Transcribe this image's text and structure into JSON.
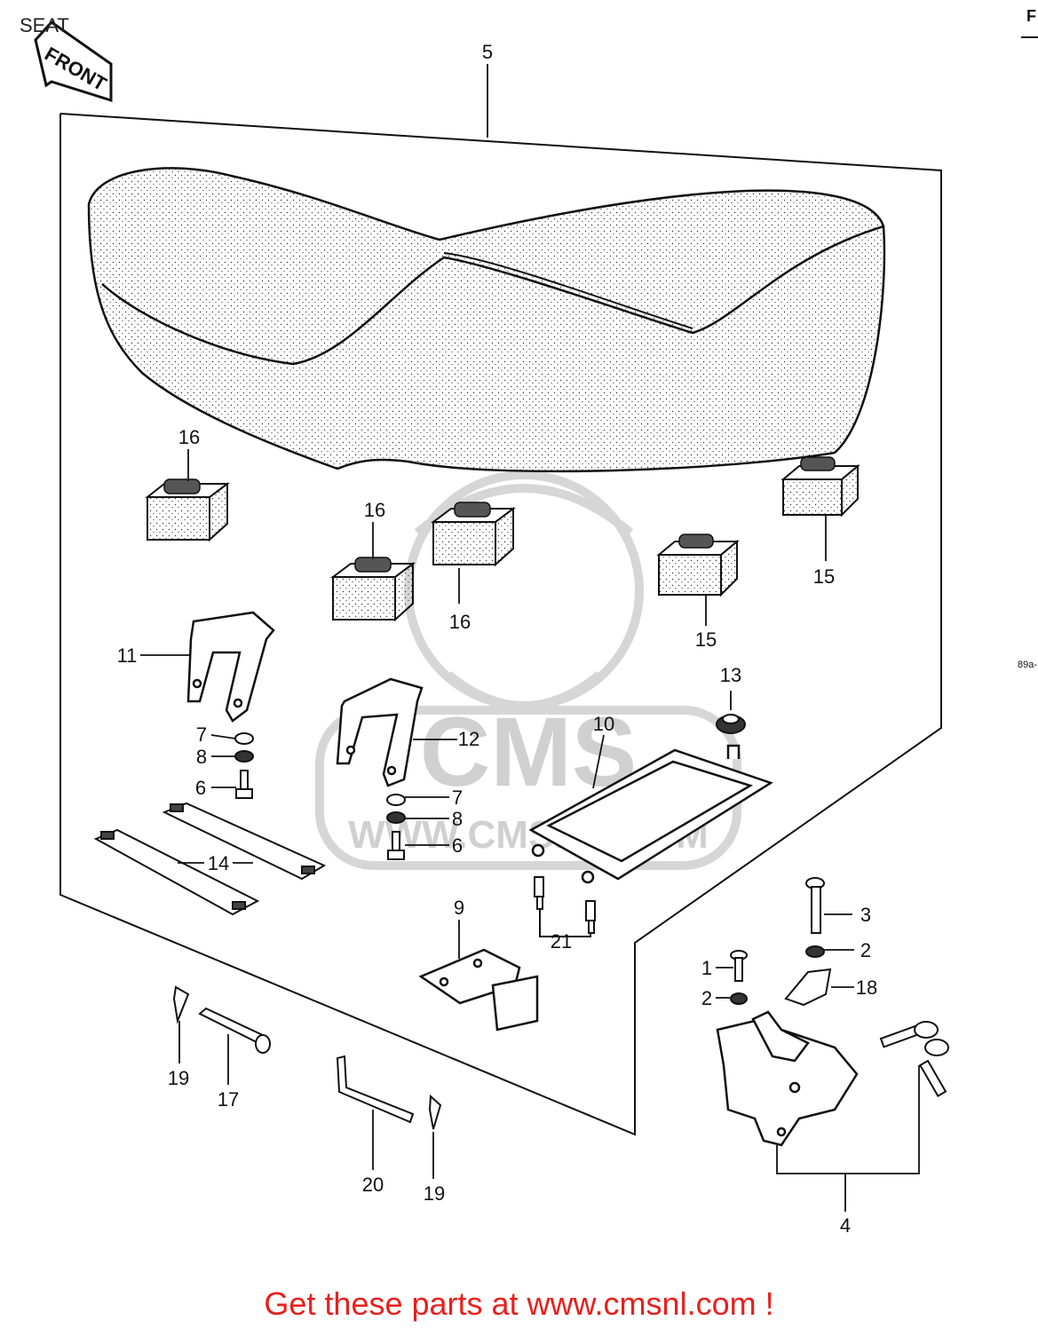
{
  "page": {
    "title": "SEAT",
    "edge_fragment": "F",
    "ref_code": "89a-"
  },
  "front_marker": "FRONT",
  "callouts": [
    {
      "id": "c5",
      "text": "5"
    },
    {
      "id": "c16a",
      "text": "16"
    },
    {
      "id": "c16b",
      "text": "16"
    },
    {
      "id": "c16c",
      "text": "16"
    },
    {
      "id": "c15a",
      "text": "15"
    },
    {
      "id": "c15b",
      "text": "15"
    },
    {
      "id": "c11",
      "text": "11"
    },
    {
      "id": "c12",
      "text": "12"
    },
    {
      "id": "c13",
      "text": "13"
    },
    {
      "id": "c10",
      "text": "10"
    },
    {
      "id": "c7a",
      "text": "7"
    },
    {
      "id": "c8a",
      "text": "8"
    },
    {
      "id": "c6a",
      "text": "6"
    },
    {
      "id": "c7b",
      "text": "7"
    },
    {
      "id": "c8b",
      "text": "8"
    },
    {
      "id": "c6b",
      "text": "6"
    },
    {
      "id": "c14",
      "text": "14"
    },
    {
      "id": "c9",
      "text": "9"
    },
    {
      "id": "c21",
      "text": "21"
    },
    {
      "id": "c3",
      "text": "3"
    },
    {
      "id": "c2a",
      "text": "2"
    },
    {
      "id": "c1",
      "text": "1"
    },
    {
      "id": "c2b",
      "text": "2"
    },
    {
      "id": "c18",
      "text": "18"
    },
    {
      "id": "c19a",
      "text": "19"
    },
    {
      "id": "c17",
      "text": "17"
    },
    {
      "id": "c20",
      "text": "20"
    },
    {
      "id": "c19b",
      "text": "19"
    },
    {
      "id": "c4",
      "text": "4"
    }
  ],
  "watermark": {
    "brand": "CMS",
    "url": "WWW.CMSNL.COM"
  },
  "footer": {
    "cta": "Get these parts at www.cmsnl.com !"
  },
  "colors": {
    "line": "#111111",
    "cta": "#e8201c",
    "watermark": "#c8c8c8"
  }
}
